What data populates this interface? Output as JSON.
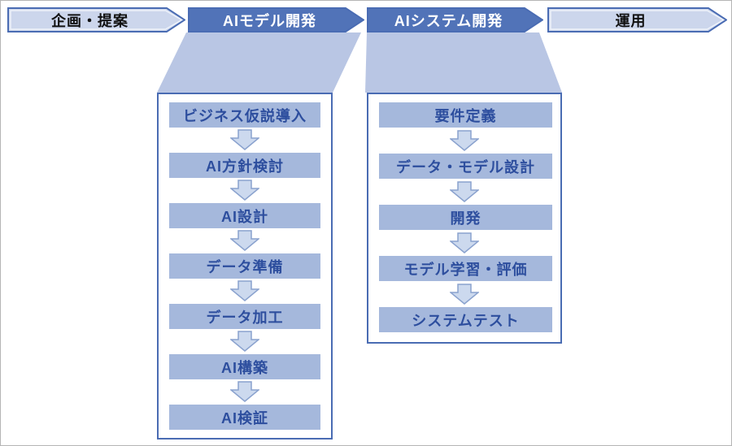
{
  "diagram_title": "AI development process flow",
  "colors": {
    "accent_border": "#4a6cb3",
    "chevron_dark_fill": "#5173b8",
    "chevron_light_fill": "#ccd6ec",
    "connector_fill": "#b9c6e4",
    "step_box_fill": "#a5b8dc",
    "step_text": "#2d4e9e",
    "arrow_fill": "#ccd9ee",
    "arrow_stroke": "#8aa2ce"
  },
  "phases": [
    {
      "label": "企画・提案",
      "style": "light"
    },
    {
      "label": "AIモデル開発",
      "style": "dark"
    },
    {
      "label": "AIシステム開発",
      "style": "dark"
    },
    {
      "label": "運用",
      "style": "light"
    }
  ],
  "panels": [
    {
      "steps": [
        "ビジネス仮説導入",
        "AI方針検討",
        "AI設計",
        "データ準備",
        "データ加工",
        "AI構築",
        "AI検証"
      ]
    },
    {
      "steps": [
        "要件定義",
        "データ・モデル設計",
        "開発",
        "モデル学習・評価",
        "システムテスト"
      ]
    }
  ]
}
